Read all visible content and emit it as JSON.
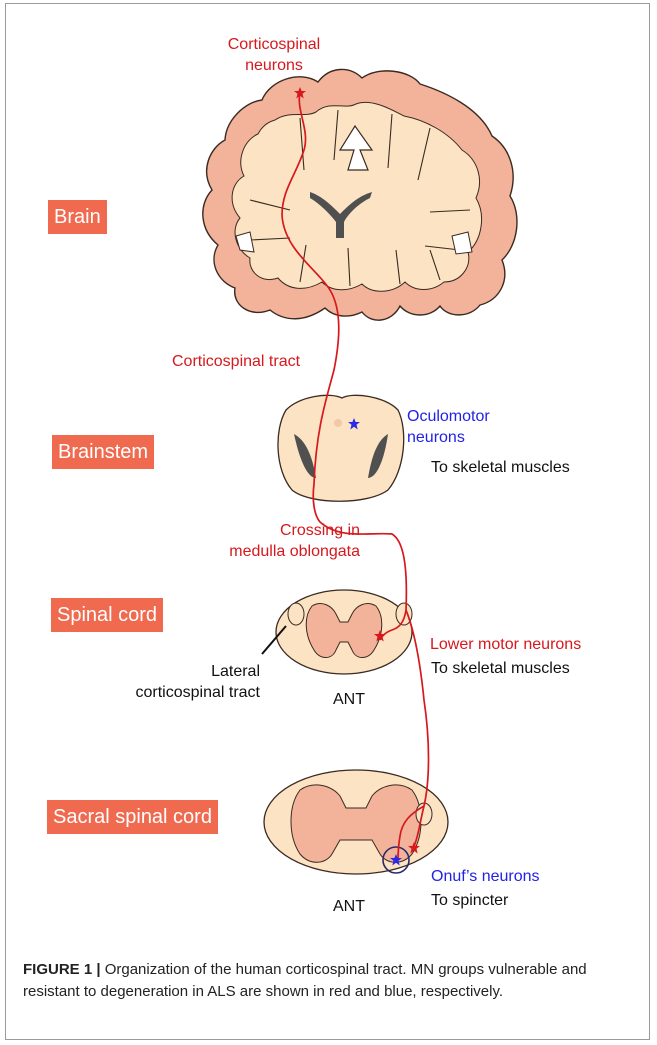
{
  "labels": {
    "corticospinal_neurons": "Corticospinal\nneurons",
    "corticospinal_tract": "Corticospinal tract",
    "oculomotor_neurons": "Oculomotor\nneurons",
    "to_skeletal_muscles_1": "To skeletal muscles",
    "crossing": "Crossing in\nmedulla oblongata",
    "lower_motor_neurons": "Lower motor neurons",
    "to_skeletal_muscles_2": "To skeletal muscles",
    "lateral_tract": "Lateral\ncorticospinal tract",
    "ant_1": "ANT",
    "onufs_neurons": "Onuf’s neurons",
    "to_spincter": "To spincter",
    "ant_2": "ANT"
  },
  "badges": {
    "brain": "Brain",
    "brainstem": "Brainstem",
    "spinal_cord": "Spinal cord",
    "sacral_spinal_cord": "Sacral spinal cord"
  },
  "caption": {
    "label": "FIGURE 1 |",
    "text": " Organization of the human corticospinal tract. MN groups vulnerable and resistant to degeneration in ALS are shown in red and blue, respectively."
  },
  "colors": {
    "vulnerable": "#d7181d",
    "resistant": "#2222e6",
    "tissue_light": "#fbe3c3",
    "tissue_dark": "#f3b39a",
    "badge": "#ef6a4f"
  }
}
